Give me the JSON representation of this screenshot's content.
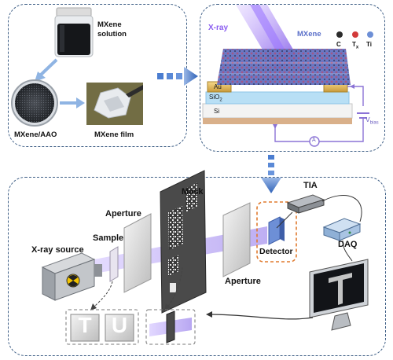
{
  "panel_a": {
    "solution_label_line1": "MXene",
    "solution_label_line2": "solution",
    "aao_label": "MXene/AAO",
    "film_label": "MXene film"
  },
  "panel_b": {
    "xray_label": "X-ray",
    "mxene_label": "MXene",
    "legend": [
      {
        "symbol": "C",
        "color": "#2b2b2b"
      },
      {
        "symbol": "T",
        "sub": "x",
        "color": "#d23a3a"
      },
      {
        "symbol": "Ti",
        "color": "#6d8fd6"
      }
    ],
    "layer_au": "Au",
    "layer_sio2": "SiO",
    "layer_sio2_sub": "2",
    "layer_si": "Si",
    "vbias": "V",
    "vbias_sub": "bias",
    "ammeter": "A"
  },
  "panel_c": {
    "mask": "Mask",
    "tia": "TIA",
    "aperture_left": "Aperture",
    "sample": "Sample",
    "xray_source": "X-ray source",
    "detector": "Detector",
    "daq": "DAQ",
    "aperture_right": "Aperture",
    "sample_letters": [
      "T",
      "U"
    ],
    "monitor_letter": "T"
  }
}
